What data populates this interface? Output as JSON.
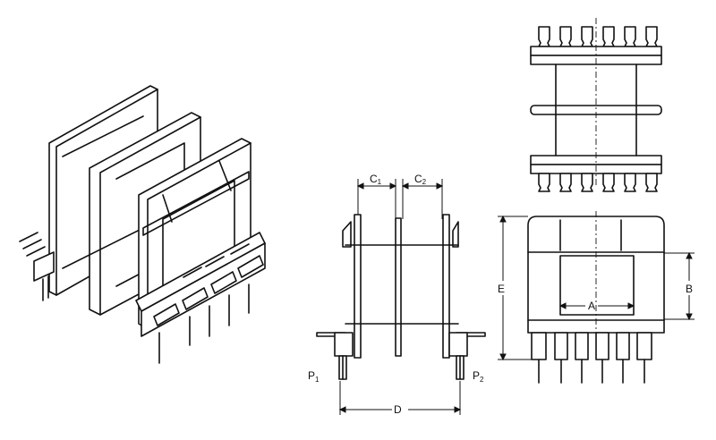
{
  "labels": {
    "c1_main": "C",
    "c1_sub": "1",
    "c2_main": "C",
    "c2_sub": "2",
    "p1_main": "P",
    "p1_sub": "1",
    "p2_main": "P",
    "p2_sub": "2",
    "d": "D",
    "a": "A",
    "b": "B",
    "e": "E"
  },
  "colors": {
    "line": "#111111",
    "background": "#ffffff"
  }
}
